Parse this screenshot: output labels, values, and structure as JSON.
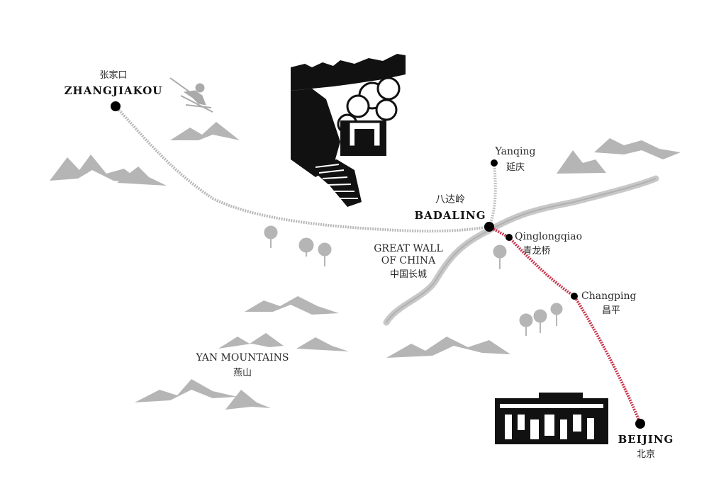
{
  "places": {
    "zhangjiakou": {
      "en": "ZHANGJIAKOU",
      "zh": "张家口"
    },
    "badaling": {
      "en": "BADALING",
      "zh": "八达岭"
    },
    "yanqing": {
      "en": "Yanqing",
      "zh": "延庆"
    },
    "qinglongqiao": {
      "en": "Qinglongqiao",
      "zh": "青龙桥"
    },
    "changping": {
      "en": "Changping",
      "zh": "昌平"
    },
    "beijing": {
      "en": "BEIJING",
      "zh": "北京"
    }
  },
  "regions": {
    "great_wall": {
      "line1": "GREAT WALL",
      "line2": "OF CHINA",
      "zh": "中国长城"
    },
    "yan_mountains": {
      "en": "YAN MOUNTAINS",
      "zh": "燕山"
    }
  },
  "icons": [
    "skier-icon",
    "steam-train-icon",
    "station-building-icon",
    "tree-icon",
    "mountain-icon",
    "great-wall-icon"
  ],
  "colors": {
    "route_beijing": "#c9324a",
    "route_zhangjiakou": "#b8b8b8",
    "mountains": "#b5b5b5",
    "stations": "#000000"
  }
}
